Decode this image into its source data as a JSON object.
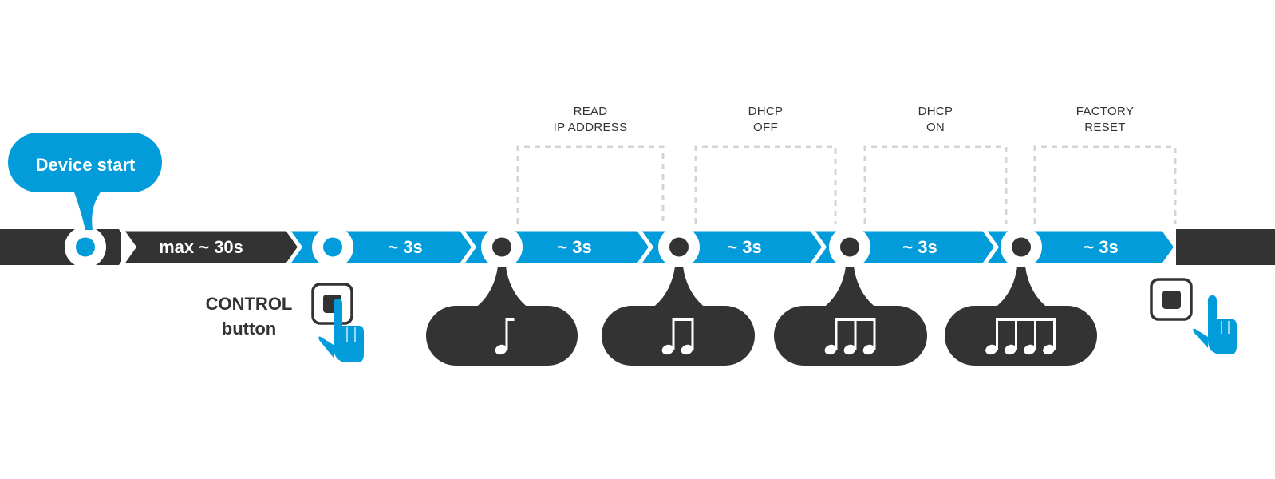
{
  "device_start": {
    "label": "Device start"
  },
  "control": {
    "title": "CONTROL",
    "subtitle": "button"
  },
  "segments": [
    {
      "label": "max ~ 30s",
      "color": "#333333"
    },
    {
      "label": "~ 3s",
      "color": "#039cdb"
    },
    {
      "label": "~ 3s",
      "color": "#039cdb"
    },
    {
      "label": "~ 3s",
      "color": "#039cdb"
    },
    {
      "label": "~ 3s",
      "color": "#039cdb"
    },
    {
      "label": "~ 3s",
      "color": "#039cdb"
    }
  ],
  "modes": [
    {
      "line1": "READ",
      "line2": "IP ADDRESS",
      "beeps": 1
    },
    {
      "line1": "DHCP",
      "line2": "OFF",
      "beeps": 2
    },
    {
      "line1": "DHCP",
      "line2": "ON",
      "beeps": 3
    },
    {
      "line1": "FACTORY",
      "line2": "RESET",
      "beeps": 4
    }
  ],
  "colors": {
    "accent": "#039cdb",
    "dark": "#333333",
    "dashed_box": "#d4d4d4",
    "background": "#ffffff"
  },
  "icons": [
    "finger-press-icon",
    "control-button-icon",
    "note-icon"
  ]
}
